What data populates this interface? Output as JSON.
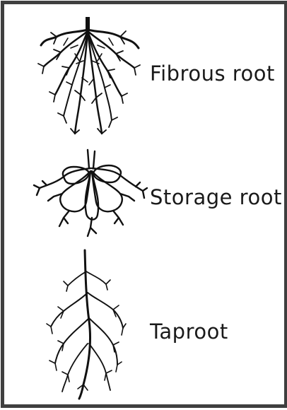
{
  "labels": {
    "fibrous": "Fibrous root",
    "storage": "Storage root",
    "taproot": "Taproot"
  },
  "colors": {
    "border": "#3f3f3f",
    "ink": "#111111",
    "background": "#ffffff"
  }
}
